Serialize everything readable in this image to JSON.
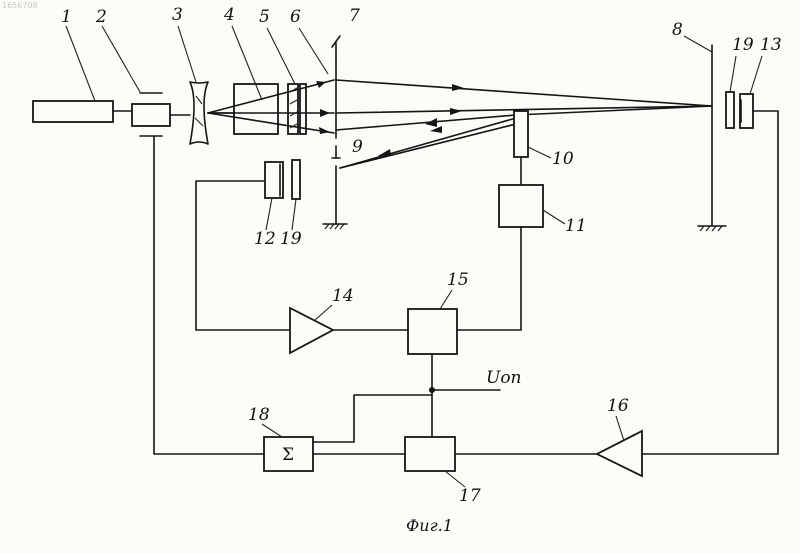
{
  "corner_number": "1656708",
  "labels": {
    "n1": "1",
    "n2": "2",
    "n3": "3",
    "n4": "4",
    "n5": "5",
    "n6": "6",
    "n7": "7",
    "n8": "8",
    "n9": "9",
    "n10": "10",
    "n11": "11",
    "n12": "12",
    "n13": "13",
    "n14": "14",
    "n15": "15",
    "n16": "16",
    "n17": "17",
    "n18": "18",
    "n19a": "19",
    "n19b": "19"
  },
  "sum_symbol": "Σ",
  "voltage_label": "Uоп",
  "caption": "Фиг.1"
}
